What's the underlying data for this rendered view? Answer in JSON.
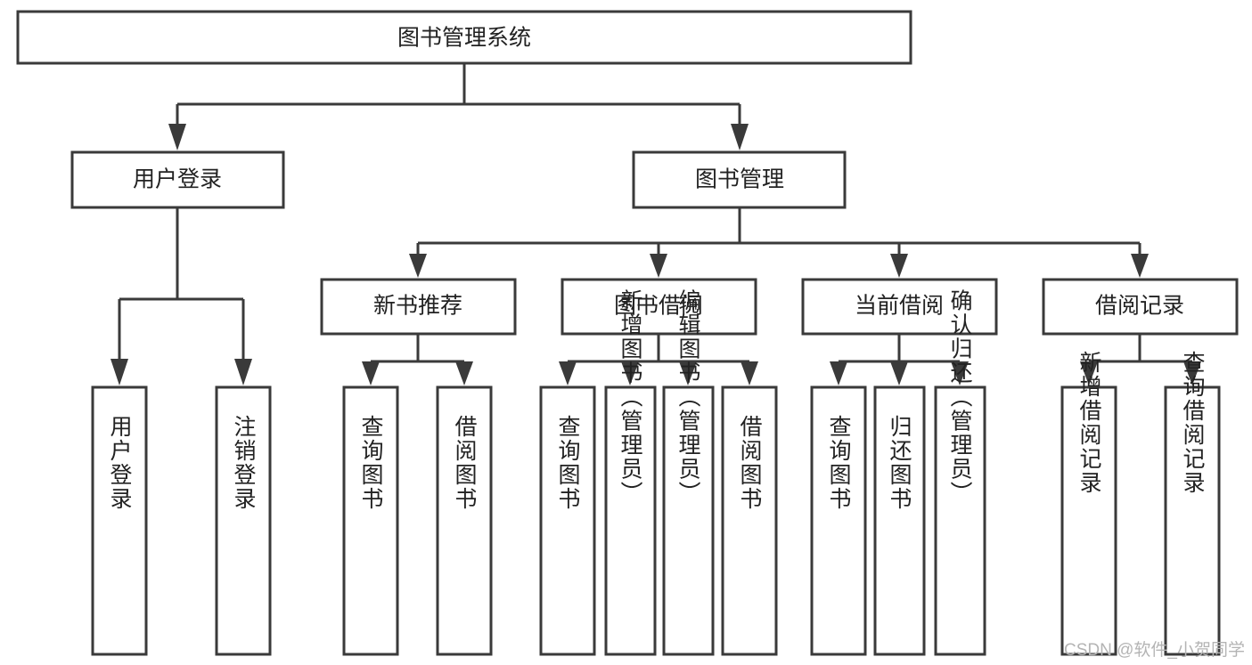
{
  "diagram": {
    "title_node": {
      "label": "图书管理系统"
    },
    "level1": [
      {
        "id": "user-login",
        "label": "用户登录"
      },
      {
        "id": "book-management",
        "label": "图书管理"
      }
    ],
    "level2": [
      {
        "id": "new-book-recommend",
        "label": "新书推荐",
        "parent": "book-management"
      },
      {
        "id": "book-borrow",
        "label": "图书借阅",
        "parent": "book-management"
      },
      {
        "id": "current-borrow",
        "label": "当前借阅",
        "parent": "book-management"
      },
      {
        "id": "borrow-record",
        "label": "借阅记录",
        "parent": "book-management"
      }
    ],
    "leaves": [
      {
        "id": "leaf-user-login",
        "label": "用户登录",
        "parent": "user-login"
      },
      {
        "id": "leaf-logout-login",
        "label": "注销登录",
        "parent": "user-login"
      },
      {
        "id": "leaf-query-book-1",
        "label": "查询图书",
        "parent": "new-book-recommend"
      },
      {
        "id": "leaf-borrow-book-1",
        "label": "借阅图书",
        "parent": "new-book-recommend"
      },
      {
        "id": "leaf-query-book-2",
        "label": "查询图书",
        "parent": "book-borrow"
      },
      {
        "id": "leaf-add-book",
        "label": "新增图书（管理员）",
        "parent": "book-borrow"
      },
      {
        "id": "leaf-edit-book",
        "label": "编辑图书（管理员）",
        "parent": "book-borrow"
      },
      {
        "id": "leaf-borrow-book-2",
        "label": "借阅图书",
        "parent": "book-borrow"
      },
      {
        "id": "leaf-query-book-3",
        "label": "查询图书",
        "parent": "current-borrow"
      },
      {
        "id": "leaf-return-book",
        "label": "归还图书",
        "parent": "current-borrow"
      },
      {
        "id": "leaf-confirm-return",
        "label": "确认归还（管理员）",
        "parent": "current-borrow"
      },
      {
        "id": "leaf-add-borrow-record",
        "label": "新增借阅记录",
        "parent": "borrow-record"
      },
      {
        "id": "leaf-query-borrow-record",
        "label": "查询借阅记录",
        "parent": "borrow-record"
      }
    ],
    "colors": {
      "box_stroke": "#3a3a3a",
      "box_fill": "#ffffff",
      "text": "#222222",
      "background": "#ffffff",
      "watermark": "#b4b4b4"
    }
  },
  "watermark": {
    "label": "CSDN @软件_小贺同学"
  }
}
